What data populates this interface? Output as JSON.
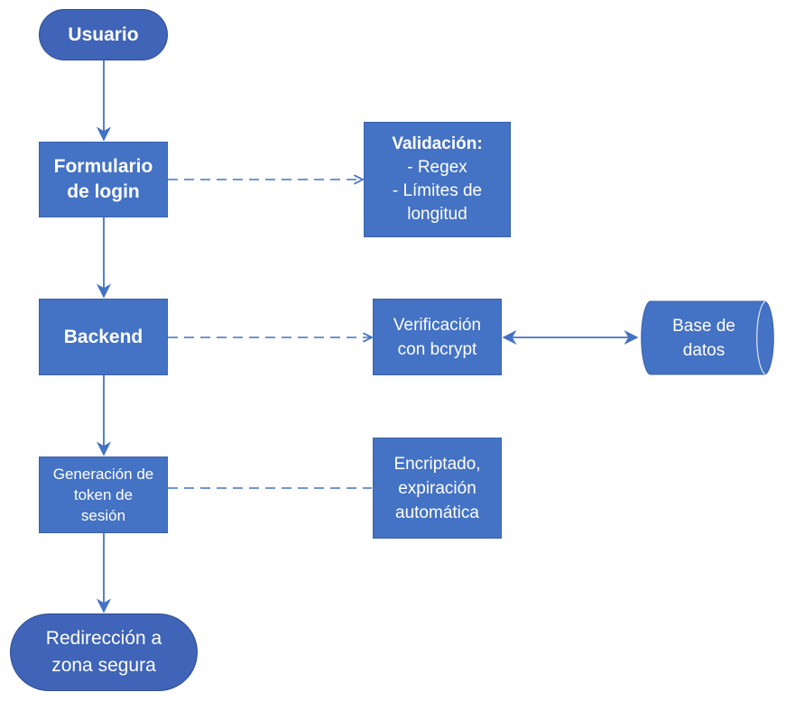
{
  "nodes": {
    "usuario": {
      "text": "Usuario"
    },
    "login": {
      "lines": [
        "Formulario",
        "de login"
      ]
    },
    "validacion": {
      "title": "Validación:",
      "items": [
        "- Regex",
        "- Límites de",
        "longitud"
      ]
    },
    "backend": {
      "text": "Backend"
    },
    "bcrypt": {
      "lines": [
        "Verificación",
        "con bcrypt"
      ]
    },
    "database": {
      "lines": [
        "Base de",
        "datos"
      ]
    },
    "token": {
      "lines": [
        "Generación de",
        "token de",
        "sesión"
      ]
    },
    "encriptado": {
      "lines": [
        "Encriptado,",
        "expiración",
        "automática"
      ]
    },
    "redireccion": {
      "lines": [
        "Redirección a",
        "zona segura"
      ]
    }
  },
  "colors": {
    "node_fill": "#4472c4",
    "terminal_fill": "#3f64b8",
    "connector": "#4472c4",
    "text": "#ffffff"
  }
}
